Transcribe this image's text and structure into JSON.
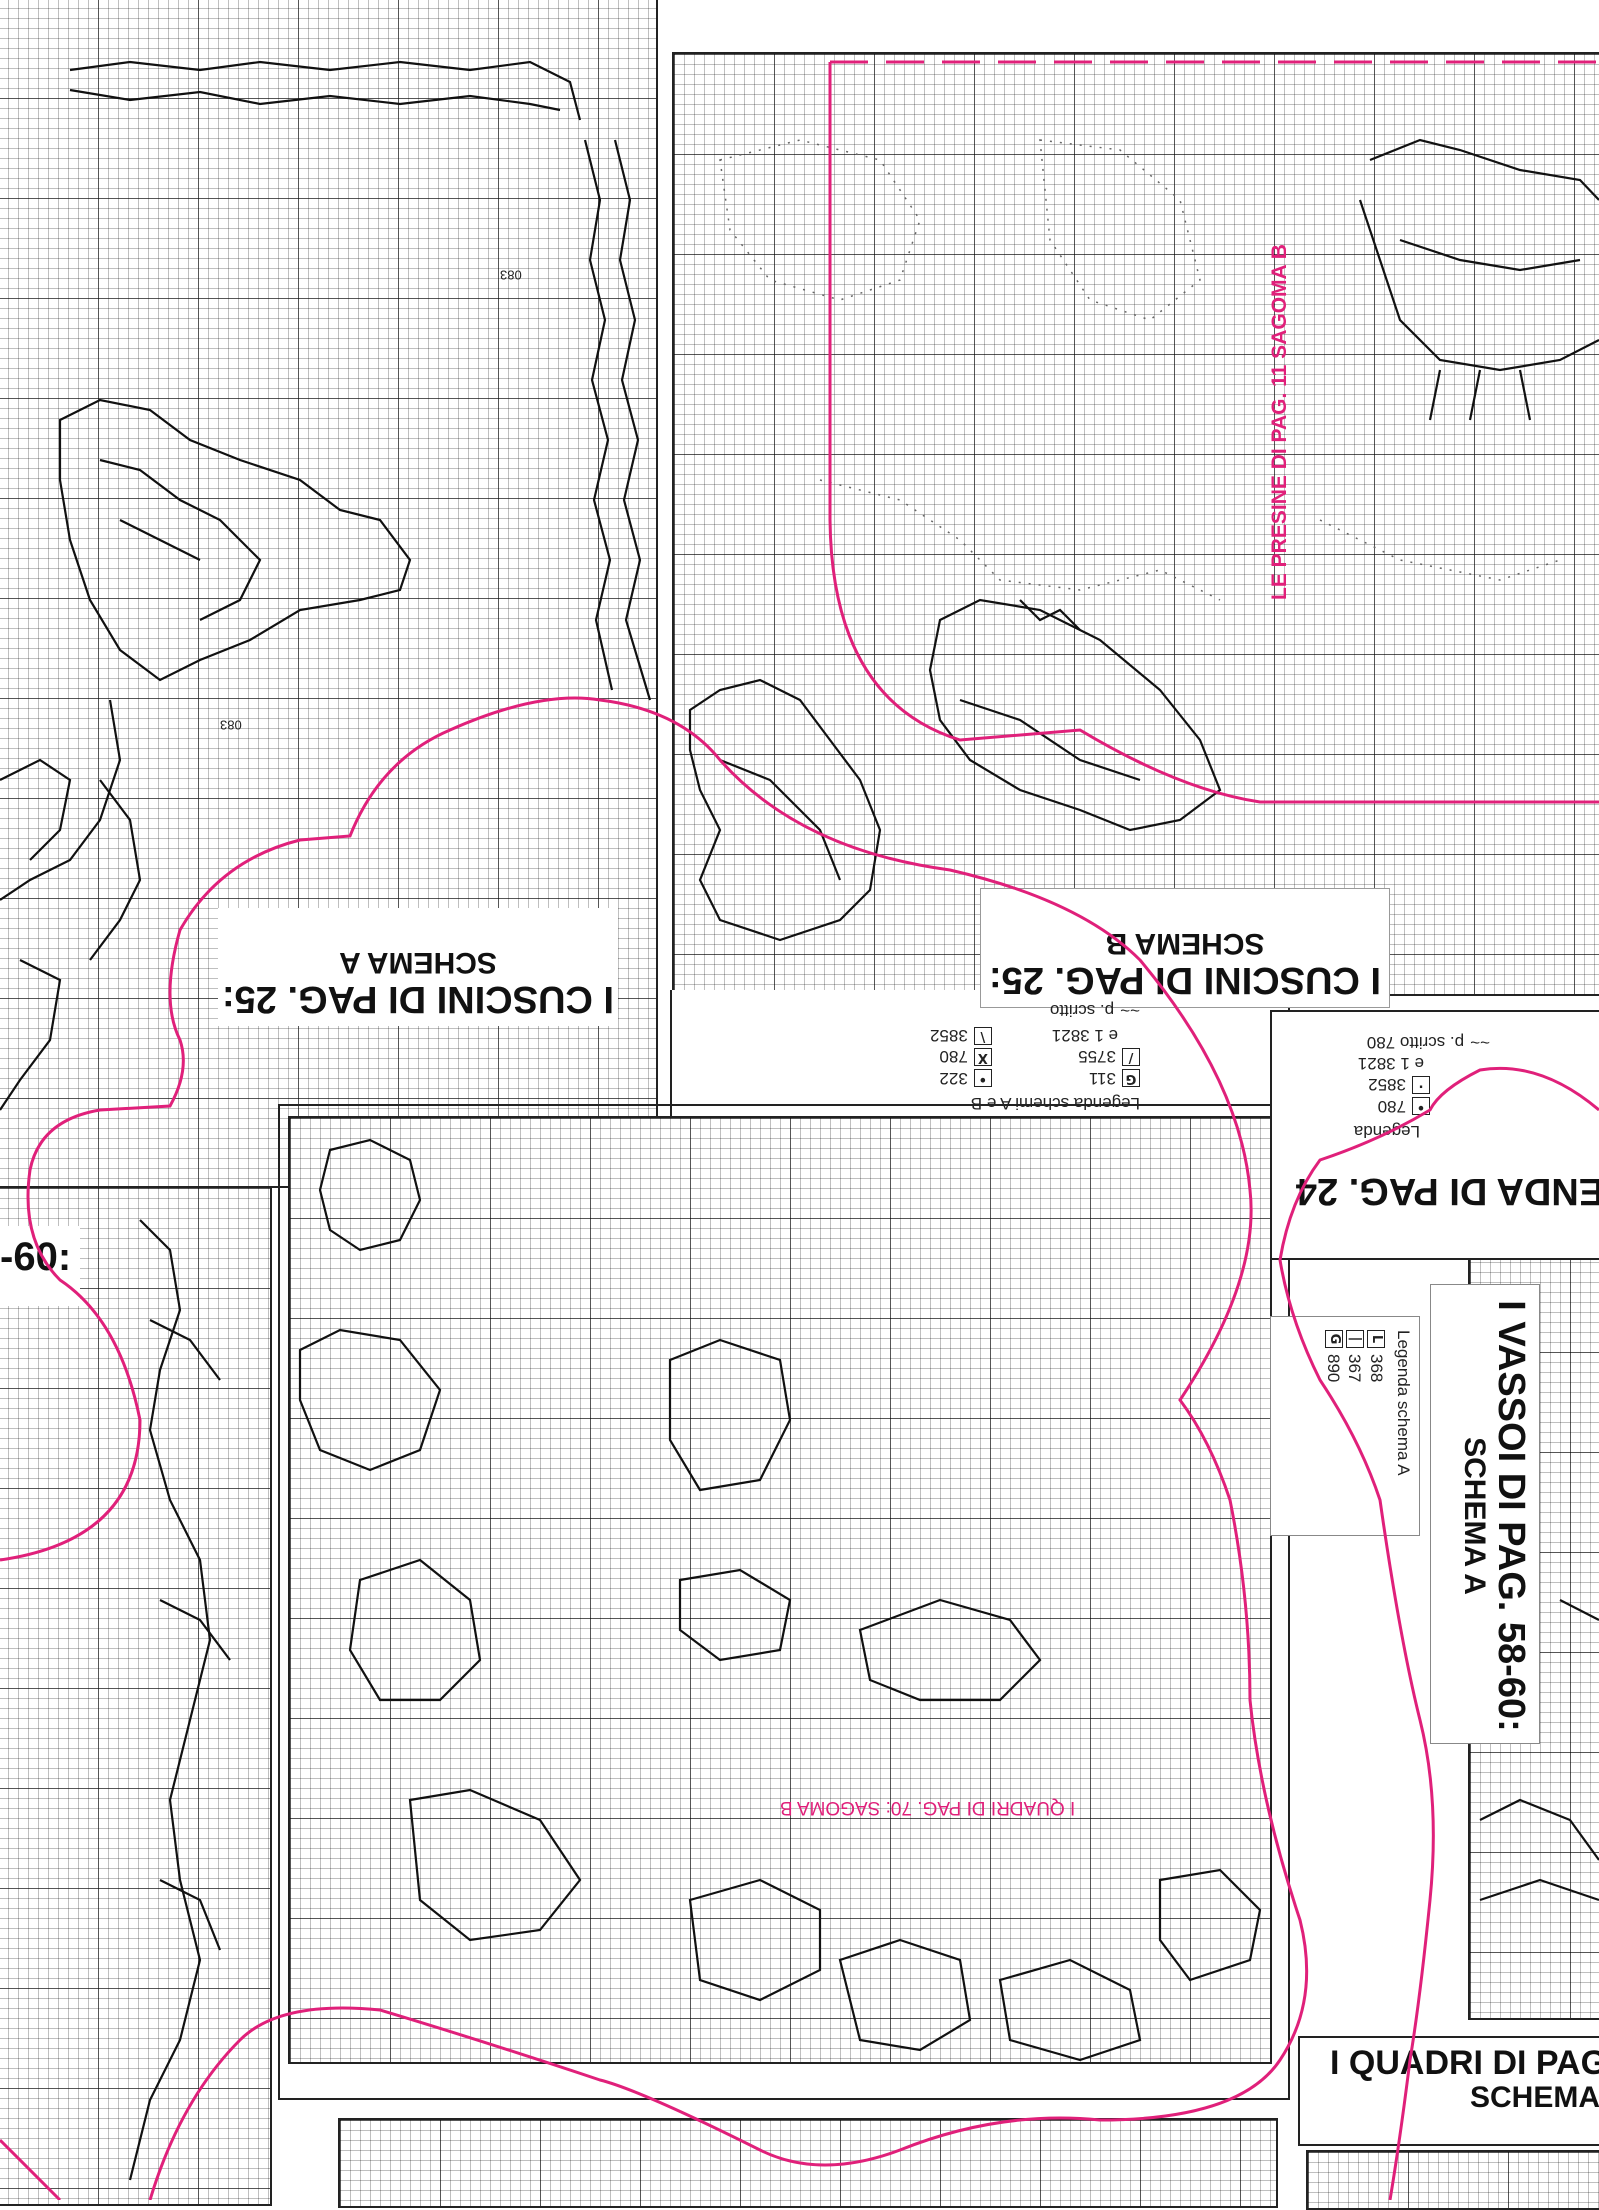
{
  "titles": {
    "cuscini_a_line1": "I CUSCINI DI PAG. 25:",
    "cuscini_a_line2": "SCHEMA A",
    "cuscini_b_line1": "I CUSCINI DI PAG. 25:",
    "cuscini_b_line2": "SCHEMA B",
    "vassoi_line1": "I VASSOI DI PAG. 58-60:",
    "vassoi_line2": "SCHEMA A",
    "legenda_pag24": "ENDA DI PAG. 24",
    "quadri_line1": "I QUADRI DI PAG",
    "quadri_line2": "SCHEMA",
    "left_fragment": "-60:"
  },
  "pink_labels": {
    "presine": "LE PRESINE DI PAG. 11 SAGOMA B",
    "quadri_sagoma": "I QUADRI DI PAG. 70: SAGOMA B"
  },
  "legend_ab": {
    "heading": "Legenda schemi A e B",
    "col1": [
      {
        "symbol": "G",
        "code": "311"
      },
      {
        "symbol": "/",
        "code": "3755"
      },
      {
        "symbol": "",
        "code": "e 1 3821"
      },
      {
        "symbol": "~~",
        "code": "p. scritto"
      }
    ],
    "col2": [
      {
        "symbol": "•",
        "code": "322"
      },
      {
        "symbol": "X",
        "code": "780"
      },
      {
        "symbol": "\\",
        "code": "3852"
      }
    ]
  },
  "legend_24": {
    "heading": "Legenda",
    "rows": [
      {
        "symbol": "•",
        "code": "780"
      },
      {
        "symbol": "·",
        "code": "3852"
      },
      {
        "symbol": "",
        "code": "e 1 3821"
      },
      {
        "symbol": "~~",
        "code": "p. scritto 780"
      }
    ]
  },
  "legend_vassoi": {
    "heading": "Legenda schema A",
    "rows": [
      {
        "symbol": "L",
        "code": "368"
      },
      {
        "symbol": "|",
        "code": "367"
      },
      {
        "symbol": "G",
        "code": "890"
      }
    ]
  },
  "colors": {
    "pink": "#e0207a",
    "grid": "#333333",
    "paper": "#ffffff"
  },
  "annotations": {
    "mark_top": "083",
    "mark_mid": "083"
  }
}
